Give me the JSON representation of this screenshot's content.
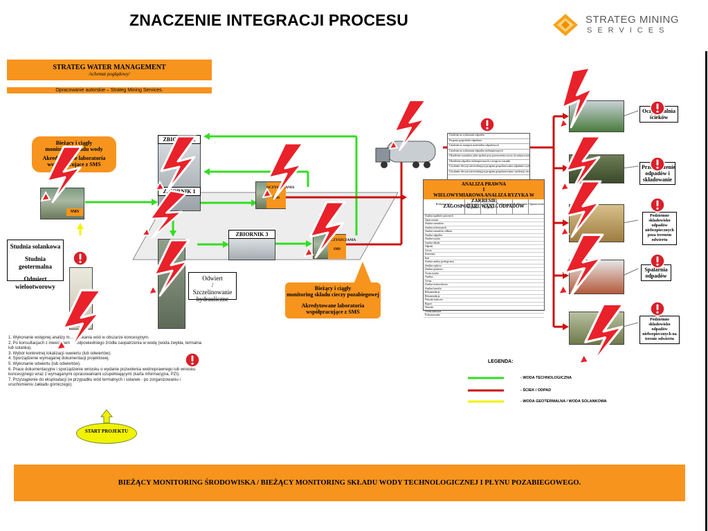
{
  "header": {
    "title": "ZNACZENIE INTEGRACJI PROCESU",
    "logo_line1": "STRATEG MINING",
    "logo_line2": "SERVICES"
  },
  "diagram": {
    "heading": "STRATEG WATER MANAGEMENT",
    "heading_sub": "/schemat poglądowy/",
    "credit": "Opracowanie autorskie – Strateg Mining Services.",
    "monitoring_water": {
      "line1": "Bieżący i ciągły",
      "line2": "monitoring składu wody",
      "line3": "Akredytowane laboratoria",
      "line4": "współpracujące z SMS"
    },
    "monitoring_liquid": {
      "line1": "Bieżący i ciągły",
      "line2": "monitoring składu cieczy pozabiegowej",
      "line3": "Akredytowane laboratoria",
      "line4": "współpracujące z SMS"
    },
    "tanks": {
      "t1": "ZBIORNIK 1",
      "t2": "ZBIORNIK 2",
      "t3": "ZBIORNIK 3",
      "sms1": "SMS",
      "sms2": "SMS",
      "sms3": "SMS",
      "ocz1": "OCZYSZCZANIA",
      "ocz2": "OCZYSZCZANIA"
    },
    "wells": {
      "w1": "Studnia solankowa",
      "w2": "Studnia geotermalna",
      "w3": "Odmiert wielootworowy"
    },
    "odwiert": {
      "line1": "Odwiert",
      "line2": "/",
      "line3": "Szczelinowanie",
      "line4": "hydrauliczne"
    },
    "steps": [
      "1.  Wykonanie wstępnej analizy m…                wyskania wód w obszarze koncesyjnym.",
      "2.  Po konsultacjach z inwestorem …         odpowiedniego źródła zaopatrzenia w wodę (woda zwykła, termalna lub solanka).",
      "3.  Wybór konkretnej lokalizacji odwiertu (lub odwiertów).",
      "4.  Sporządzenie wymaganej dokumentacji projektowej.",
      "5.  Wykonanie odwiertu (lub odwiertów).",
      "6.  Prace dokumentacyjne i sporządzenie wniosku o wydanie pozwolenia wodnoprawnego lub wniosku koncesyjnego wraz z wymaganymi opracowaniami uzupełniającymi (karta informacyjna, PZI).",
      "7.  Przystąpienie do eksploatacji (w przypadku wód termalnych i solanek - po zorganizowaniu i uruchomieniu zakładu górniczego)."
    ],
    "start_label": "START PROJEKTU",
    "risk": {
      "heading1": "ANALIZA PRAWNA",
      "heading2": "I",
      "heading3": "WIELOWYMIAROWA ANALIZA RYZYKA W ZAKRESIE",
      "heading4": "ZAGOSPODAROWANIA ODPADÓW",
      "columns": [
        "Rodzaj ryzyka",
        "Zakłócenie do gruntu",
        "Zakłócenie do gleby",
        "Przekroczenie",
        "Przedostanie",
        "Ograniczenie"
      ],
      "rows": [
        "Analiza aspektów prawnych",
        "Opracowanie…",
        "Analiza warunków",
        "Analiza technicznych",
        "Analiza warunków odbioru",
        "Analiza odpadów",
        "Analiza ryzyka",
        "Analiza składu",
        "Odpady",
        "Ciecze",
        "Zawiesiny",
        "Inne",
        "Analiza analizy geologicznej",
        "Analiza wpływu",
        "Analiza gruntowa",
        "Ocena ryzyka",
        "Analiza…",
        "Ocena…",
        "Analiza środowiskowa",
        "Analiza kosztów",
        "Rekomendacje",
        "Rekomendacja",
        "Wnioski końcowe",
        "Raport",
        "Wnioski",
        "Ocena końcowa",
        "Podsumowanie"
      ]
    },
    "legal": [
      "Ustalenie na wykonanie odpadów",
      "Program gospodarki odpadami",
      "Ustalenie na transport materiałów odpadowych",
      "Ustalenie na wykonanie odpadów niebezpiecznych",
      "Określenie warunków jakie spełnić przy przewożeniu cieczy do miejsca utylizacji",
      "Określenie odpadów niebezpiecznych z uwagi na warunki",
      "Uzyskanie decyzji zatwierdzającej program gospodarowania odpadami wydobywczymi",
      "Uzyskanie decyzji zatwierdzającej program gospodarowania i utylizacji cieczy"
    ],
    "facilities": {
      "f1": "Oczyszczalnia ścieków",
      "f2": "Przetworzenie odpadów i składowanie",
      "f3": "Podziemne składowisko odpadów niebezpiecznych poza terenem odwiertu",
      "f4": "Spalarnia odpadów",
      "f5": "Podziemne składowisko odpadów niebezpiecznych na terenie odwiertu"
    },
    "legend": {
      "title": "LEGENDA:",
      "green": "- WODA TECHNOLOGICZNA",
      "red": "- ŚCIEK / ODPAD",
      "yellow": "- WODA GEOTERMALNA / WODA SOLANKOWA"
    },
    "colors": {
      "orange": "#f7941d",
      "green": "#33dd22",
      "red": "#cc1111",
      "yellow": "#f2f200",
      "bolt": "#e8212a"
    }
  },
  "footer": {
    "text": "BIEŻĄCY MONITORING ŚRODOWISKA    /    BIEŻĄCY MONITORING SKŁADU WODY TECHNOLOGICZNEJ I PŁYNU POZABIEGOWEGO."
  }
}
